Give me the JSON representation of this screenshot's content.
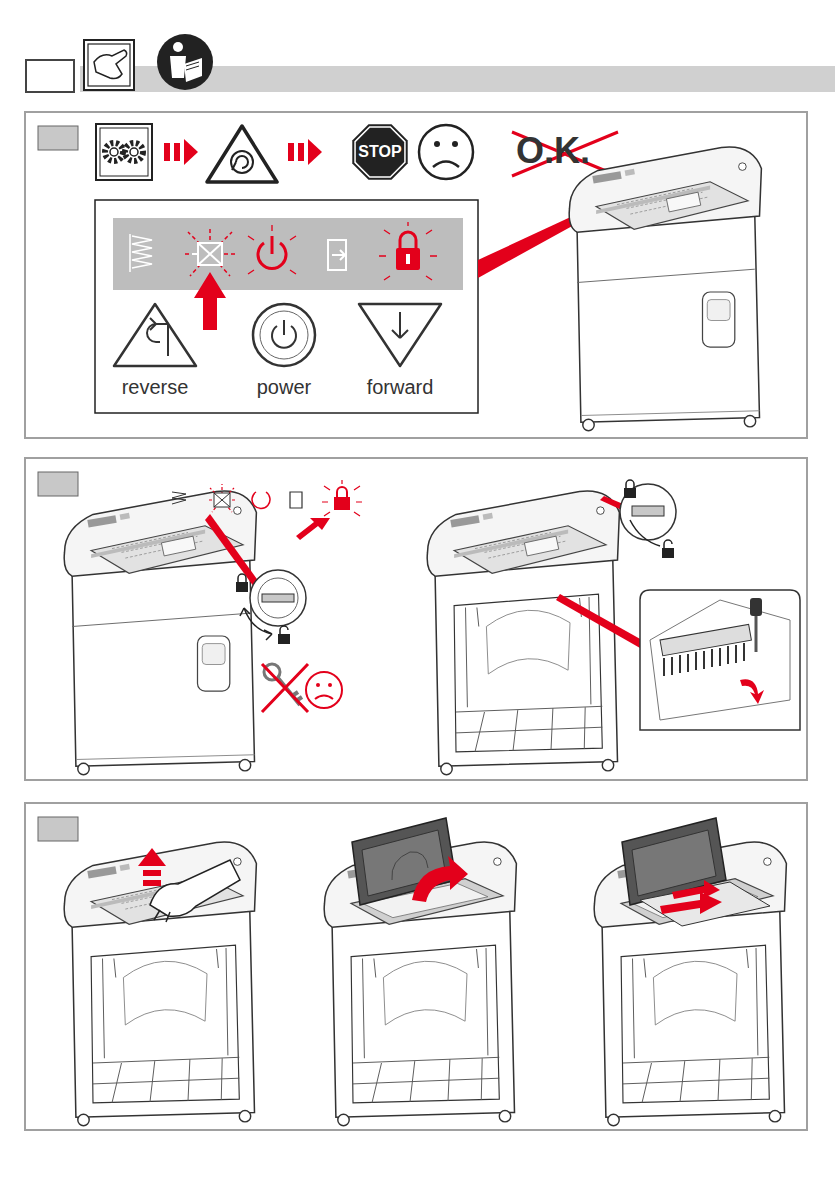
{
  "diagram": {
    "nodes": [
      {
        "text": [
          "STOP"
        ]
      },
      {
        "text": [
          "reverse"
        ]
      },
      {
        "text": [
          "power"
        ]
      },
      {
        "text": [
          "forward"
        ]
      }
    ],
    "labels": [
      "O.K."
    ]
  }
}
